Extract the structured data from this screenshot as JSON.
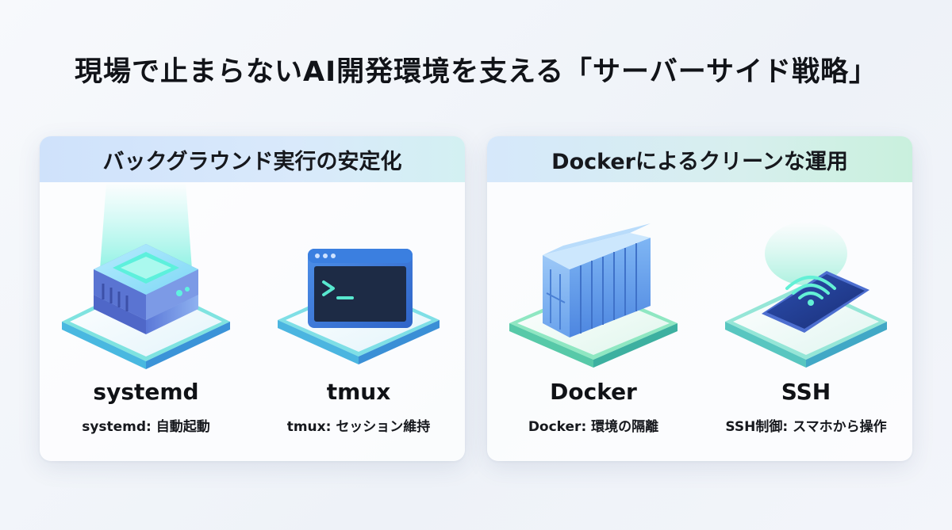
{
  "title": "現場で止まらないAI開発環境を支える「サーバーサイド戦略」",
  "panels": [
    {
      "header": "バックグラウンド実行の安定化",
      "items": [
        {
          "name": "systemd",
          "desc": "systemd: 自動起動",
          "icon": "server-box-icon"
        },
        {
          "name": "tmux",
          "desc": "tmux: セッション維持",
          "icon": "terminal-window-icon"
        }
      ]
    },
    {
      "header": "Dockerによるクリーンな運用",
      "items": [
        {
          "name": "Docker",
          "desc": "Docker: 環境の隔離",
          "icon": "shipping-container-icon"
        },
        {
          "name": "SSH",
          "desc": "SSH制御: スマホから操作",
          "icon": "smartphone-wifi-icon"
        }
      ]
    }
  ],
  "colors": {
    "accent_blue": "#3f7fe0",
    "accent_teal": "#35d6c4",
    "accent_green": "#54d79a"
  }
}
